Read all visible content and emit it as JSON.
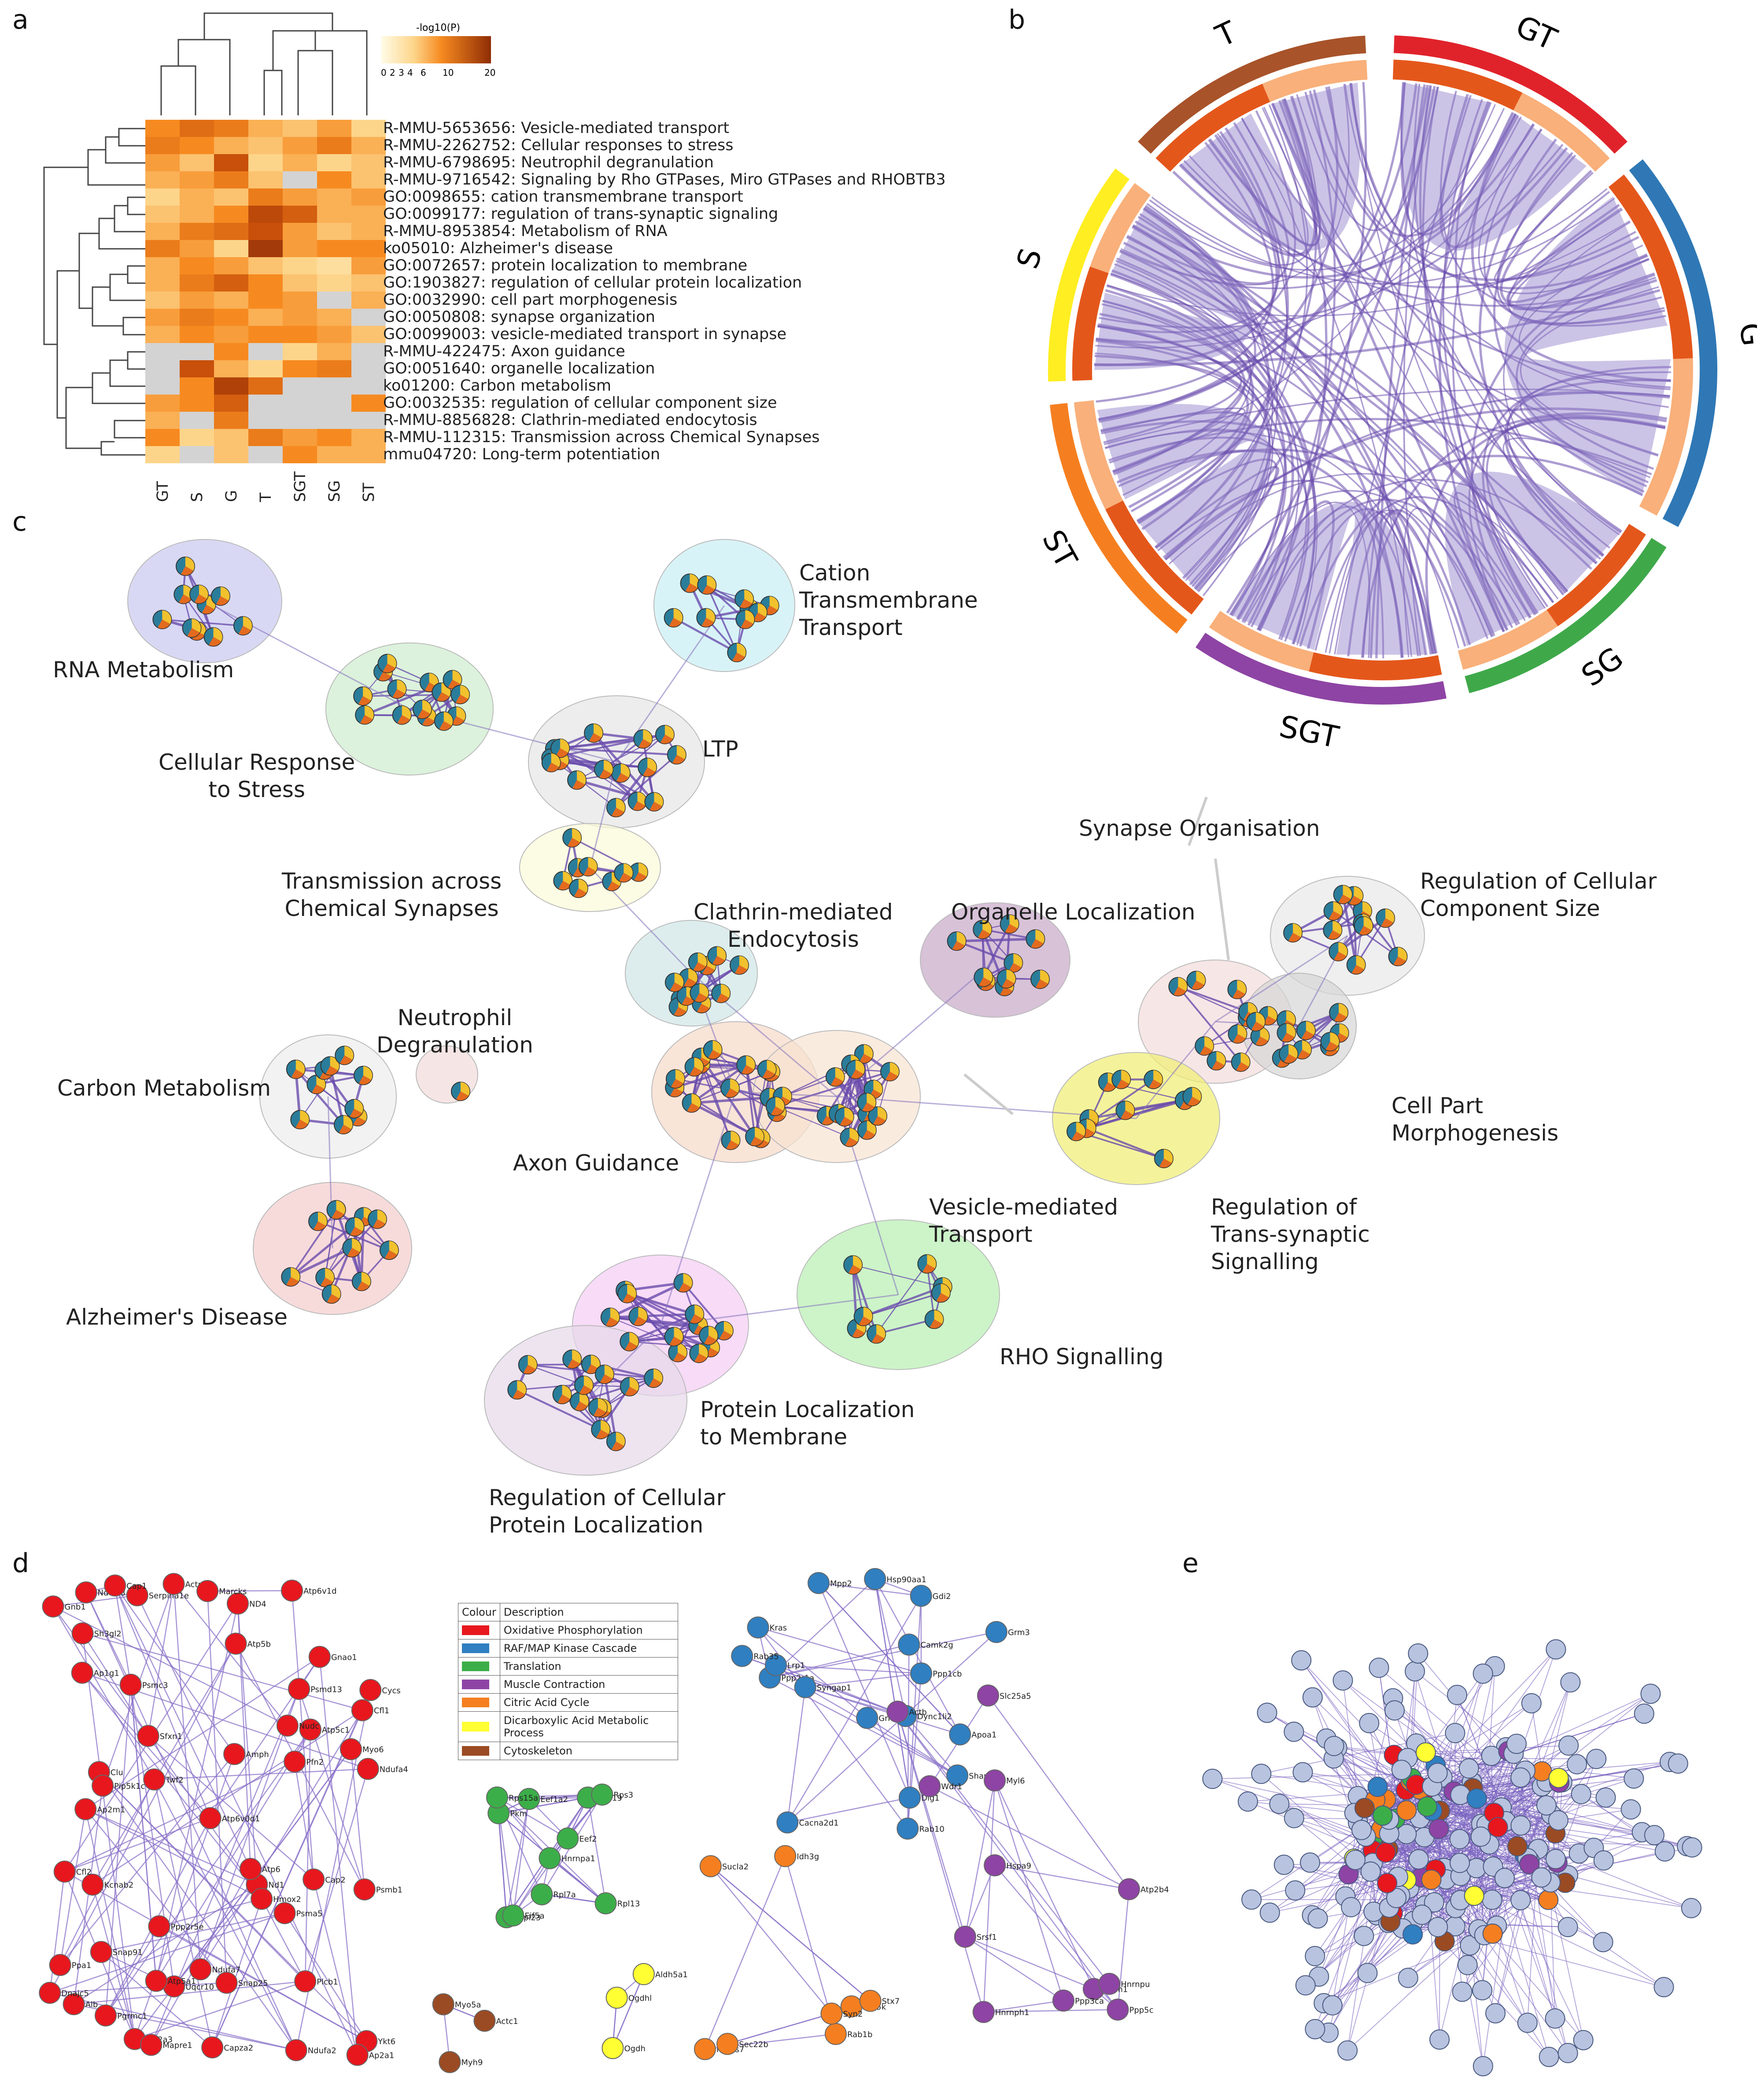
{
  "panel_labels": [
    "a",
    "b",
    "c",
    "d",
    "e"
  ],
  "colorbar": {
    "title": "-log10(P)",
    "ticks": [
      "0",
      "2",
      "3",
      "4",
      "6",
      "10",
      "20"
    ]
  },
  "heatmap": {
    "columns": [
      "GT",
      "S",
      "G",
      "T",
      "SGT",
      "SG",
      "ST"
    ],
    "rows": [
      "R-MMU-5653656: Vesicle-mediated transport",
      "R-MMU-2262752: Cellular responses to stress",
      "R-MMU-6798695: Neutrophil degranulation",
      "R-MMU-9716542: Signaling by Rho GTPases, Miro GTPases and RHOBTB3",
      "GO:0098655: cation transmembrane transport",
      "GO:0099177: regulation of trans-synaptic signaling",
      "R-MMU-8953854: Metabolism of RNA",
      "ko05010: Alzheimer's disease",
      "GO:0072657: protein localization to membrane",
      "GO:1903827: regulation of cellular protein localization",
      "GO:0032990: cell part morphogenesis",
      "GO:0050808: synapse organization",
      "GO:0099003: vesicle-mediated transport in synapse",
      "R-MMU-422475: Axon guidance",
      "GO:0051640: organelle localization",
      "ko01200: Carbon metabolism",
      "GO:0032535: regulation of cellular component size",
      "R-MMU-8856828: Clathrin-mediated endocytosis",
      "R-MMU-112315: Transmission across Chemical Synapses",
      "mmu04720: Long-term potentiation"
    ],
    "values": [
      [
        8,
        10,
        9,
        6,
        5,
        7,
        4
      ],
      [
        9,
        8,
        6,
        5,
        7,
        9,
        6
      ],
      [
        7,
        5,
        12,
        4,
        6,
        4,
        5
      ],
      [
        6,
        7,
        9,
        5,
        null,
        8,
        5
      ],
      [
        4,
        6,
        5,
        9,
        7,
        6,
        7
      ],
      [
        5,
        6,
        8,
        13,
        11,
        6,
        6
      ],
      [
        6,
        9,
        10,
        12,
        7,
        5,
        6
      ],
      [
        9,
        7,
        4,
        15,
        7,
        8,
        8
      ],
      [
        6,
        8,
        7,
        5,
        4,
        3,
        7
      ],
      [
        6,
        9,
        11,
        8,
        5,
        4,
        5
      ],
      [
        5,
        7,
        6,
        8,
        7,
        null,
        6
      ],
      [
        7,
        9,
        8,
        6,
        7,
        6,
        null
      ],
      [
        6,
        8,
        7,
        8,
        8,
        7,
        5
      ],
      [
        null,
        null,
        8,
        null,
        4,
        6,
        null
      ],
      [
        null,
        12,
        6,
        4,
        8,
        9,
        null
      ],
      [
        null,
        8,
        14,
        10,
        null,
        null,
        null
      ],
      [
        7,
        8,
        11,
        null,
        null,
        null,
        8
      ],
      [
        6,
        null,
        9,
        null,
        null,
        null,
        null
      ],
      [
        8,
        4,
        5,
        9,
        7,
        8,
        6
      ],
      [
        4,
        null,
        5,
        null,
        8,
        6,
        6
      ]
    ]
  },
  "chord": {
    "segments": [
      "T",
      "GT",
      "G",
      "SG",
      "SGT",
      "ST",
      "S"
    ]
  },
  "network_c": {
    "clusters": [
      "RNA Metabolism",
      "Cellular Response\nto Stress",
      "Cation\nTransmembrane\nTransport",
      "LTP",
      "Transmission across\nChemical Synapses",
      "Clathrin-mediated\nEndocytosis",
      "Organelle Localization",
      "Synapse Organisation",
      "Regulation of Cellular\nComponent Size",
      "Neutrophil\nDegranulation",
      "Carbon Metabolism",
      "Axon Guidance",
      "Cell Part\nMorphogenesis",
      "Vesicle-mediated\nTransport",
      "Regulation of\nTrans-synaptic\nSignalling",
      "Alzheimer's Disease",
      "RHO Signalling",
      "Protein Localization\nto Membrane",
      "Regulation of Cellular\nProtein Localization"
    ]
  },
  "legend_d": {
    "header": [
      "Colour",
      "Description"
    ],
    "items": [
      {
        "color": "#e8171e",
        "label": "Oxidative Phosphorylation"
      },
      {
        "color": "#2f7fc1",
        "label": "RAF/MAP Kinase Cascade"
      },
      {
        "color": "#3cae49",
        "label": "Translation"
      },
      {
        "color": "#8e44a4",
        "label": "Muscle Contraction"
      },
      {
        "color": "#f57f20",
        "label": "Citric Acid Cycle"
      },
      {
        "color": "#ffff33",
        "label": "Dicarboxylic Acid Metabolic\nProcess"
      },
      {
        "color": "#9b4b23",
        "label": "Cytoskeleton"
      }
    ]
  },
  "network_d": {
    "red": [
      "ND4",
      "Ndufs8",
      "Uqcr10",
      "Ndufa7",
      "Nd1",
      "Ndufa2",
      "Ndufa4",
      "Atp5c1",
      "Cfl1",
      "Ppa1",
      "Atp5b",
      "Cycs",
      "Atp6v0d1",
      "Gnb1",
      "Hmox2",
      "Atp6v1d",
      "Kcnab2",
      "Clu",
      "Serpina1e",
      "Gnao1",
      "Alb",
      "Plcb1",
      "Snap25",
      "Atp5a1",
      "Pgrmc1",
      "Slc2a3",
      "Psmb1",
      "Ykt6",
      "Ppp2r5e",
      "Actn1",
      "Psmd13",
      "Pip5k1c",
      "Nudc",
      "Mapre1",
      "Capza2",
      "Marcks",
      "Psmc3",
      "Sfxn1",
      "Cap2",
      "Cfl2",
      "Dnajc5",
      "Ap2a1",
      "Psma5",
      "Pfn2",
      "Ap2m1",
      "Amph",
      "Cap1",
      "Sh3gl2",
      "Twf2",
      "Myo6",
      "Ap1g1",
      "Atp6",
      "Snap91"
    ],
    "green": [
      "Pkm",
      "Eef1a2",
      "Rpl7a",
      "Rpl23",
      "Eif5a",
      "Hnrnpa1",
      "Rpl19",
      "Rps3",
      "Eef2",
      "Rps15a",
      "Rpl13"
    ],
    "brown": [
      "Myh9",
      "Myo5a",
      "Actc1"
    ],
    "yellow": [
      "Ogdhl",
      "Aldh5a1",
      "Ogdh"
    ],
    "blue": [
      "Ppp2r1a",
      "Dync1li2",
      "Dlg1",
      "Ppp1cb",
      "Cacna2d1",
      "Mpp2",
      "Kras",
      "Hsp90aa1",
      "Syngap1",
      "Camk2g",
      "Shank3",
      "Grm2",
      "Lrp1",
      "Rab10",
      "Gdi2",
      "Grm3",
      "Apoa1",
      "Rab35"
    ],
    "orange": [
      "Atp5k",
      "Ndufs7",
      "Sucla2",
      "Idh3g",
      "Sec22b",
      "Stx7",
      "Rab1b",
      "Syn2"
    ],
    "purple": [
      "Actb",
      "Tpm1",
      "Ppp3ca",
      "Wdr1",
      "Myl6",
      "Atp2b4",
      "Ppp5c",
      "Hspa9",
      "Hnrnph1",
      "Slc25a5",
      "Hnrnpu",
      "Srsf1"
    ]
  },
  "colors": {
    "heat_low": "#fff7d6",
    "heat_high": "#9e3a0a",
    "heat_na": "#d3d3d3",
    "edge": "#6a4cad",
    "node_default": "#b8c3e0"
  }
}
